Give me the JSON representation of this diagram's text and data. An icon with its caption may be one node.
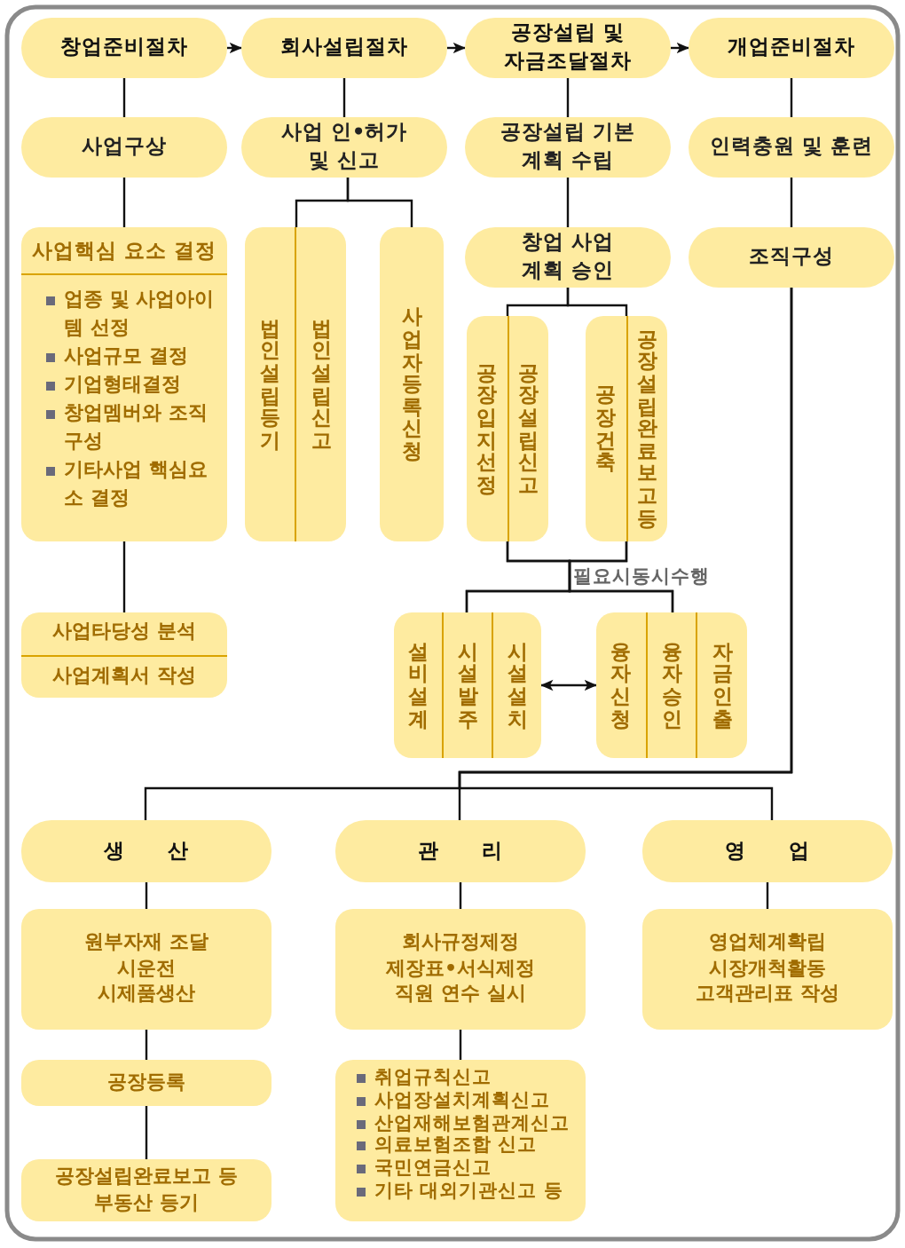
{
  "diagram": {
    "nodes": [
      {
        "text": [
          "창업준비절차"
        ]
      },
      {
        "text": [
          "회사설립절차"
        ]
      },
      {
        "text": [
          "공장설립 및 자금조달절차"
        ]
      },
      {
        "text": [
          "개업준비절차"
        ]
      },
      {
        "text": [
          "사업구상"
        ]
      },
      {
        "text": [
          "사업 인•허가 및 신고"
        ]
      },
      {
        "text": [
          "공장설립 기본계획 수립"
        ]
      },
      {
        "text": [
          "인력충원 및 훈련"
        ]
      },
      {
        "text": [
          "사업핵심 요소 결정",
          "업종 및 사업아이템 선정",
          "사업규모 결정",
          "기업형태결정",
          "창업멤버와 조직구성",
          "기타사업 핵심요소 결정"
        ]
      },
      {
        "text": [
          "법인설립등기",
          "법인설립신고"
        ]
      },
      {
        "text": [
          "사업자등록신청"
        ]
      },
      {
        "text": [
          "창업 사업 계획 승인"
        ]
      },
      {
        "text": [
          "조직구성"
        ]
      },
      {
        "text": [
          "공장입지선정",
          "공장설립신고"
        ]
      },
      {
        "text": [
          "공장건축",
          "공장설립완료보고등"
        ]
      },
      {
        "text": [
          "사업타당성 분석",
          "사업계획서 작성"
        ]
      },
      {
        "text": [
          "설비설계",
          "시설발주",
          "시설설치"
        ]
      },
      {
        "text": [
          "융자신청",
          "융자승인",
          "자금인출"
        ]
      },
      {
        "text": [
          "생　　산"
        ]
      },
      {
        "text": [
          "관　　리"
        ]
      },
      {
        "text": [
          "영　　업"
        ]
      },
      {
        "text": [
          "원부자재 조달",
          "시운전",
          "시제품생산"
        ]
      },
      {
        "text": [
          "회사규정제정",
          "제장표•서식제정",
          "직원 연수 실시"
        ]
      },
      {
        "text": [
          "영업체계확립",
          "시장개척활동",
          "고객관리표 작성"
        ]
      },
      {
        "text": [
          "공장등록"
        ]
      },
      {
        "text": [
          "취업규칙신고",
          "사업장설치계획신고",
          "산업재해보험관계신고",
          "의료보험조합 신고",
          "국민연금신고",
          "기타 대외기관신고 등"
        ]
      },
      {
        "text": [
          "공장설립완료보고 등 부동산 등기"
        ]
      }
    ],
    "edges": [
      {
        "from": 0,
        "to": 1,
        "arrow": "to"
      },
      {
        "from": 1,
        "to": 2,
        "arrow": "to"
      },
      {
        "from": 2,
        "to": 3,
        "arrow": "to"
      },
      {
        "from": 0,
        "to": 4,
        "arrow": "none"
      },
      {
        "from": 1,
        "to": 5,
        "arrow": "none"
      },
      {
        "from": 2,
        "to": 6,
        "arrow": "none"
      },
      {
        "from": 3,
        "to": 7,
        "arrow": "none"
      },
      {
        "from": 4,
        "to": 8,
        "arrow": "none"
      },
      {
        "from": 5,
        "to": 9,
        "arrow": "none"
      },
      {
        "from": 5,
        "to": 10,
        "arrow": "none"
      },
      {
        "from": 6,
        "to": 11,
        "arrow": "none"
      },
      {
        "from": 7,
        "to": 12,
        "arrow": "none"
      },
      {
        "from": 11,
        "to": 13,
        "arrow": "none"
      },
      {
        "from": 11,
        "to": 14,
        "arrow": "none"
      },
      {
        "from": 8,
        "to": 15,
        "arrow": "none"
      },
      {
        "from": 13,
        "to": 16,
        "arrow": "none"
      },
      {
        "from": 13,
        "to": 17,
        "arrow": "none"
      },
      {
        "from": 14,
        "to": 16,
        "arrow": "none"
      },
      {
        "from": 14,
        "to": 17,
        "arrow": "none"
      },
      {
        "from": 16,
        "to": 17,
        "arrow": "both"
      },
      {
        "from": 12,
        "to": 18,
        "arrow": "none"
      },
      {
        "from": 12,
        "to": 19,
        "arrow": "none"
      },
      {
        "from": 12,
        "to": 20,
        "arrow": "none"
      },
      {
        "from": 18,
        "to": 21,
        "arrow": "none"
      },
      {
        "from": 19,
        "to": 22,
        "arrow": "none"
      },
      {
        "from": 20,
        "to": 23,
        "arrow": "none"
      },
      {
        "from": 21,
        "to": 24,
        "arrow": "none"
      },
      {
        "from": 22,
        "to": 25,
        "arrow": "none"
      },
      {
        "from": 24,
        "to": 26,
        "arrow": "none"
      }
    ],
    "labels": [
      "필요시동시수행"
    ]
  }
}
